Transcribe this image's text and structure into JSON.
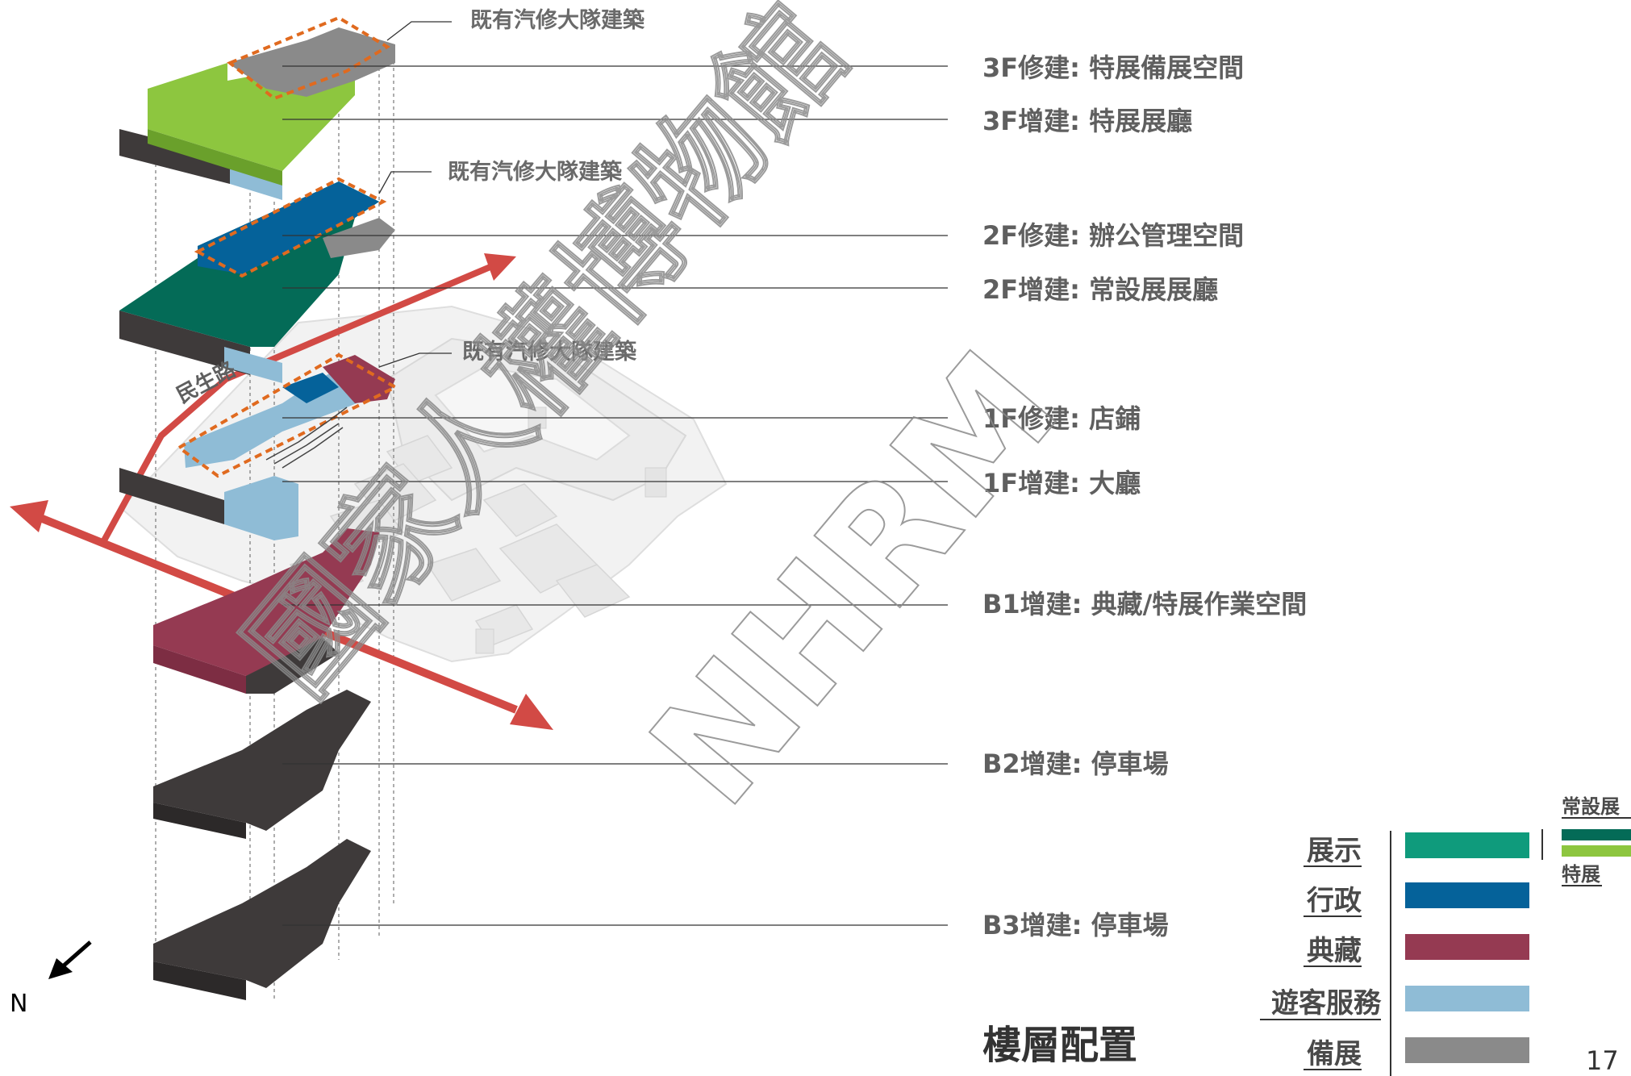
{
  "floors": [
    {
      "key": "3f-renovate",
      "label": "3F修建: 特展備展空間"
    },
    {
      "key": "3f-expand",
      "label": "3F增建: 特展展廳"
    },
    {
      "key": "2f-renovate",
      "label": "2F修建: 辦公管理空間"
    },
    {
      "key": "2f-expand",
      "label": "2F增建: 常設展展廳"
    },
    {
      "key": "1f-renovate",
      "label": "1F修建: 店鋪"
    },
    {
      "key": "1f-expand",
      "label": "1F增建: 大廳"
    },
    {
      "key": "b1-expand",
      "label": "B1增建: 典藏/特展作業空間"
    },
    {
      "key": "b2-expand",
      "label": "B2增建: 停車場"
    },
    {
      "key": "b3-expand",
      "label": "B3增建: 停車場"
    }
  ],
  "existing_note": "既有汽修大隊建築",
  "road_label": "民生路",
  "north_label": "N",
  "title": "樓層配置",
  "page_number": "17",
  "legend": [
    {
      "label": "展示",
      "color": "#0f9b7c"
    },
    {
      "label": "行政",
      "color": "#05629a"
    },
    {
      "label": "典藏",
      "color": "#953a52"
    },
    {
      "label": "遊客服務",
      "color": "#8fbcd6"
    },
    {
      "label": "備展",
      "color": "#8a8a8a"
    }
  ],
  "sub_legend": [
    {
      "label": "常設展",
      "color": "#046b57"
    },
    {
      "label": "特展",
      "color": "#8dc63f"
    }
  ],
  "watermark": {
    "chinese": "國家人權博物館",
    "latin": "NHRM"
  },
  "colors": {
    "special_exhibit": "#8dc63f",
    "permanent_exhibit": "#046b57",
    "admin": "#05629a",
    "collection": "#953a52",
    "visitor": "#8fbcd6",
    "prep": "#8a8a8a",
    "dark": "#3e3a3a",
    "arrow": "#d24a45",
    "outline": "#e06a1f"
  }
}
